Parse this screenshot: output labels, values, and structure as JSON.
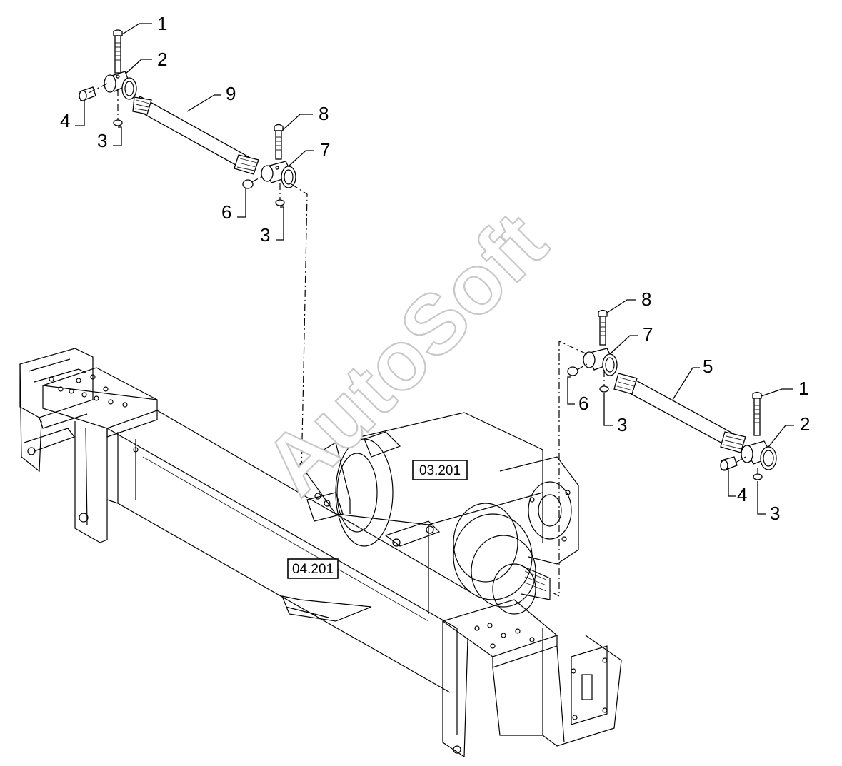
{
  "diagram": {
    "watermark": "AutoSoft",
    "reference_boxes": [
      {
        "id": "ref-03",
        "label": "03.201"
      },
      {
        "id": "ref-04",
        "label": "04.201"
      }
    ],
    "callouts": [
      {
        "id": "c1a",
        "label": "1"
      },
      {
        "id": "c2a",
        "label": "2"
      },
      {
        "id": "c4a",
        "label": "4"
      },
      {
        "id": "c3a",
        "label": "3"
      },
      {
        "id": "c9",
        "label": "9"
      },
      {
        "id": "c8a",
        "label": "8"
      },
      {
        "id": "c7a",
        "label": "7"
      },
      {
        "id": "c6a",
        "label": "6"
      },
      {
        "id": "c3b",
        "label": "3"
      },
      {
        "id": "c8b",
        "label": "8"
      },
      {
        "id": "c7b",
        "label": "7"
      },
      {
        "id": "c5",
        "label": "5"
      },
      {
        "id": "c6b",
        "label": "6"
      },
      {
        "id": "c3c",
        "label": "3"
      },
      {
        "id": "c1b",
        "label": "1"
      },
      {
        "id": "c2b",
        "label": "2"
      },
      {
        "id": "c4b",
        "label": "4"
      },
      {
        "id": "c3d",
        "label": "3"
      }
    ]
  }
}
